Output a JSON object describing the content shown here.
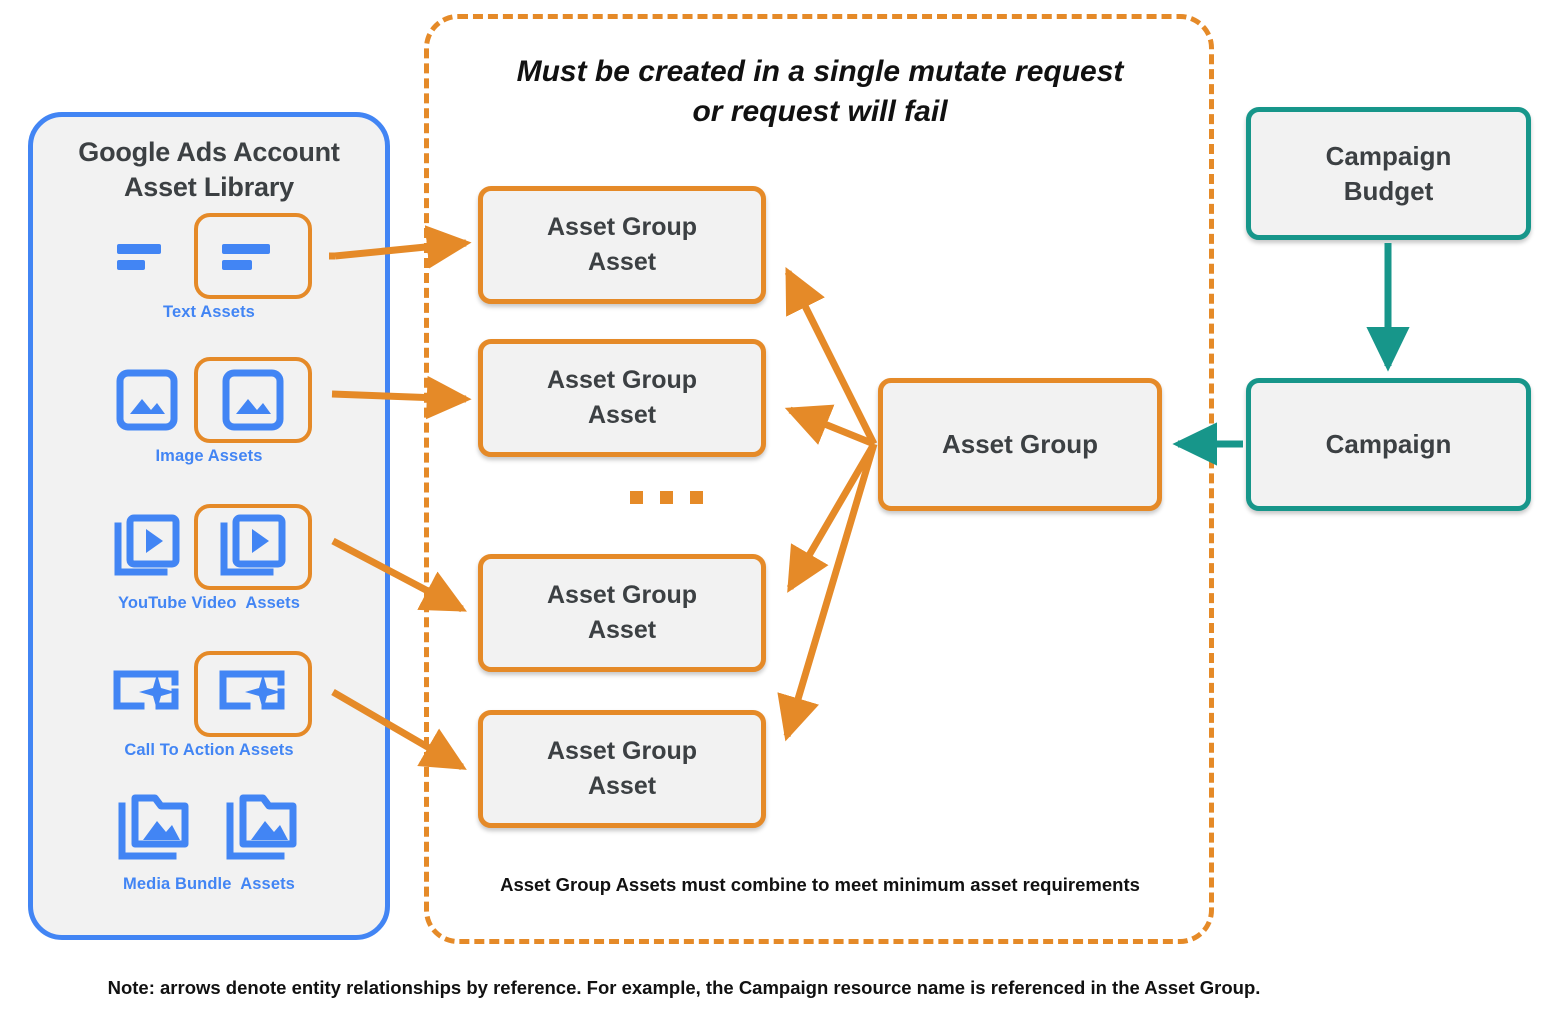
{
  "library": {
    "title": "Google Ads Account\nAsset Library",
    "title_line1": "Google Ads Account",
    "title_line2": "Asset Library",
    "border_color": "#4285F4",
    "items": [
      {
        "label": "Text Assets",
        "icon": "text-asset-icon",
        "highlighted": true
      },
      {
        "label": "Image Assets",
        "icon": "image-asset-icon",
        "highlighted": true
      },
      {
        "label": "YouTube Video  Assets",
        "icon": "youtube-video-asset-icon",
        "highlighted": true
      },
      {
        "label": "Call To Action Assets",
        "icon": "call-to-action-asset-icon",
        "highlighted": true
      },
      {
        "label": "Media Bundle  Assets",
        "icon": "media-bundle-asset-icon",
        "highlighted": false
      }
    ]
  },
  "mutate_group": {
    "title_line1": "Must be created in a single mutate request",
    "title_line2": "or request will fail",
    "footnote": "Asset Group Assets must combine to meet minimum asset requirements",
    "border_color": "#E58A28",
    "border_style": "dashed"
  },
  "nodes": {
    "asset_group_assets": [
      {
        "line1": "Asset Group",
        "line2": "Asset"
      },
      {
        "line1": "Asset Group",
        "line2": "Asset"
      },
      {
        "line1": "Asset Group",
        "line2": "Asset"
      },
      {
        "line1": "Asset Group",
        "line2": "Asset"
      }
    ],
    "ellipsis": "...",
    "asset_group": {
      "label": "Asset Group",
      "color": "#E58A28"
    },
    "campaign_budget": {
      "line1": "Campaign",
      "line2": "Budget",
      "color": "#17968A"
    },
    "campaign": {
      "label": "Campaign",
      "color": "#17968A"
    }
  },
  "footer": {
    "note": "Note: arrows denote entity relationships by reference. For example, the Campaign resource name is referenced in the Asset Group."
  },
  "palette": {
    "orange": "#E58A28",
    "teal": "#17968A",
    "blue": "#4285F4",
    "node_fill": "#F2F2F2",
    "text_dark": "#3C4043"
  }
}
